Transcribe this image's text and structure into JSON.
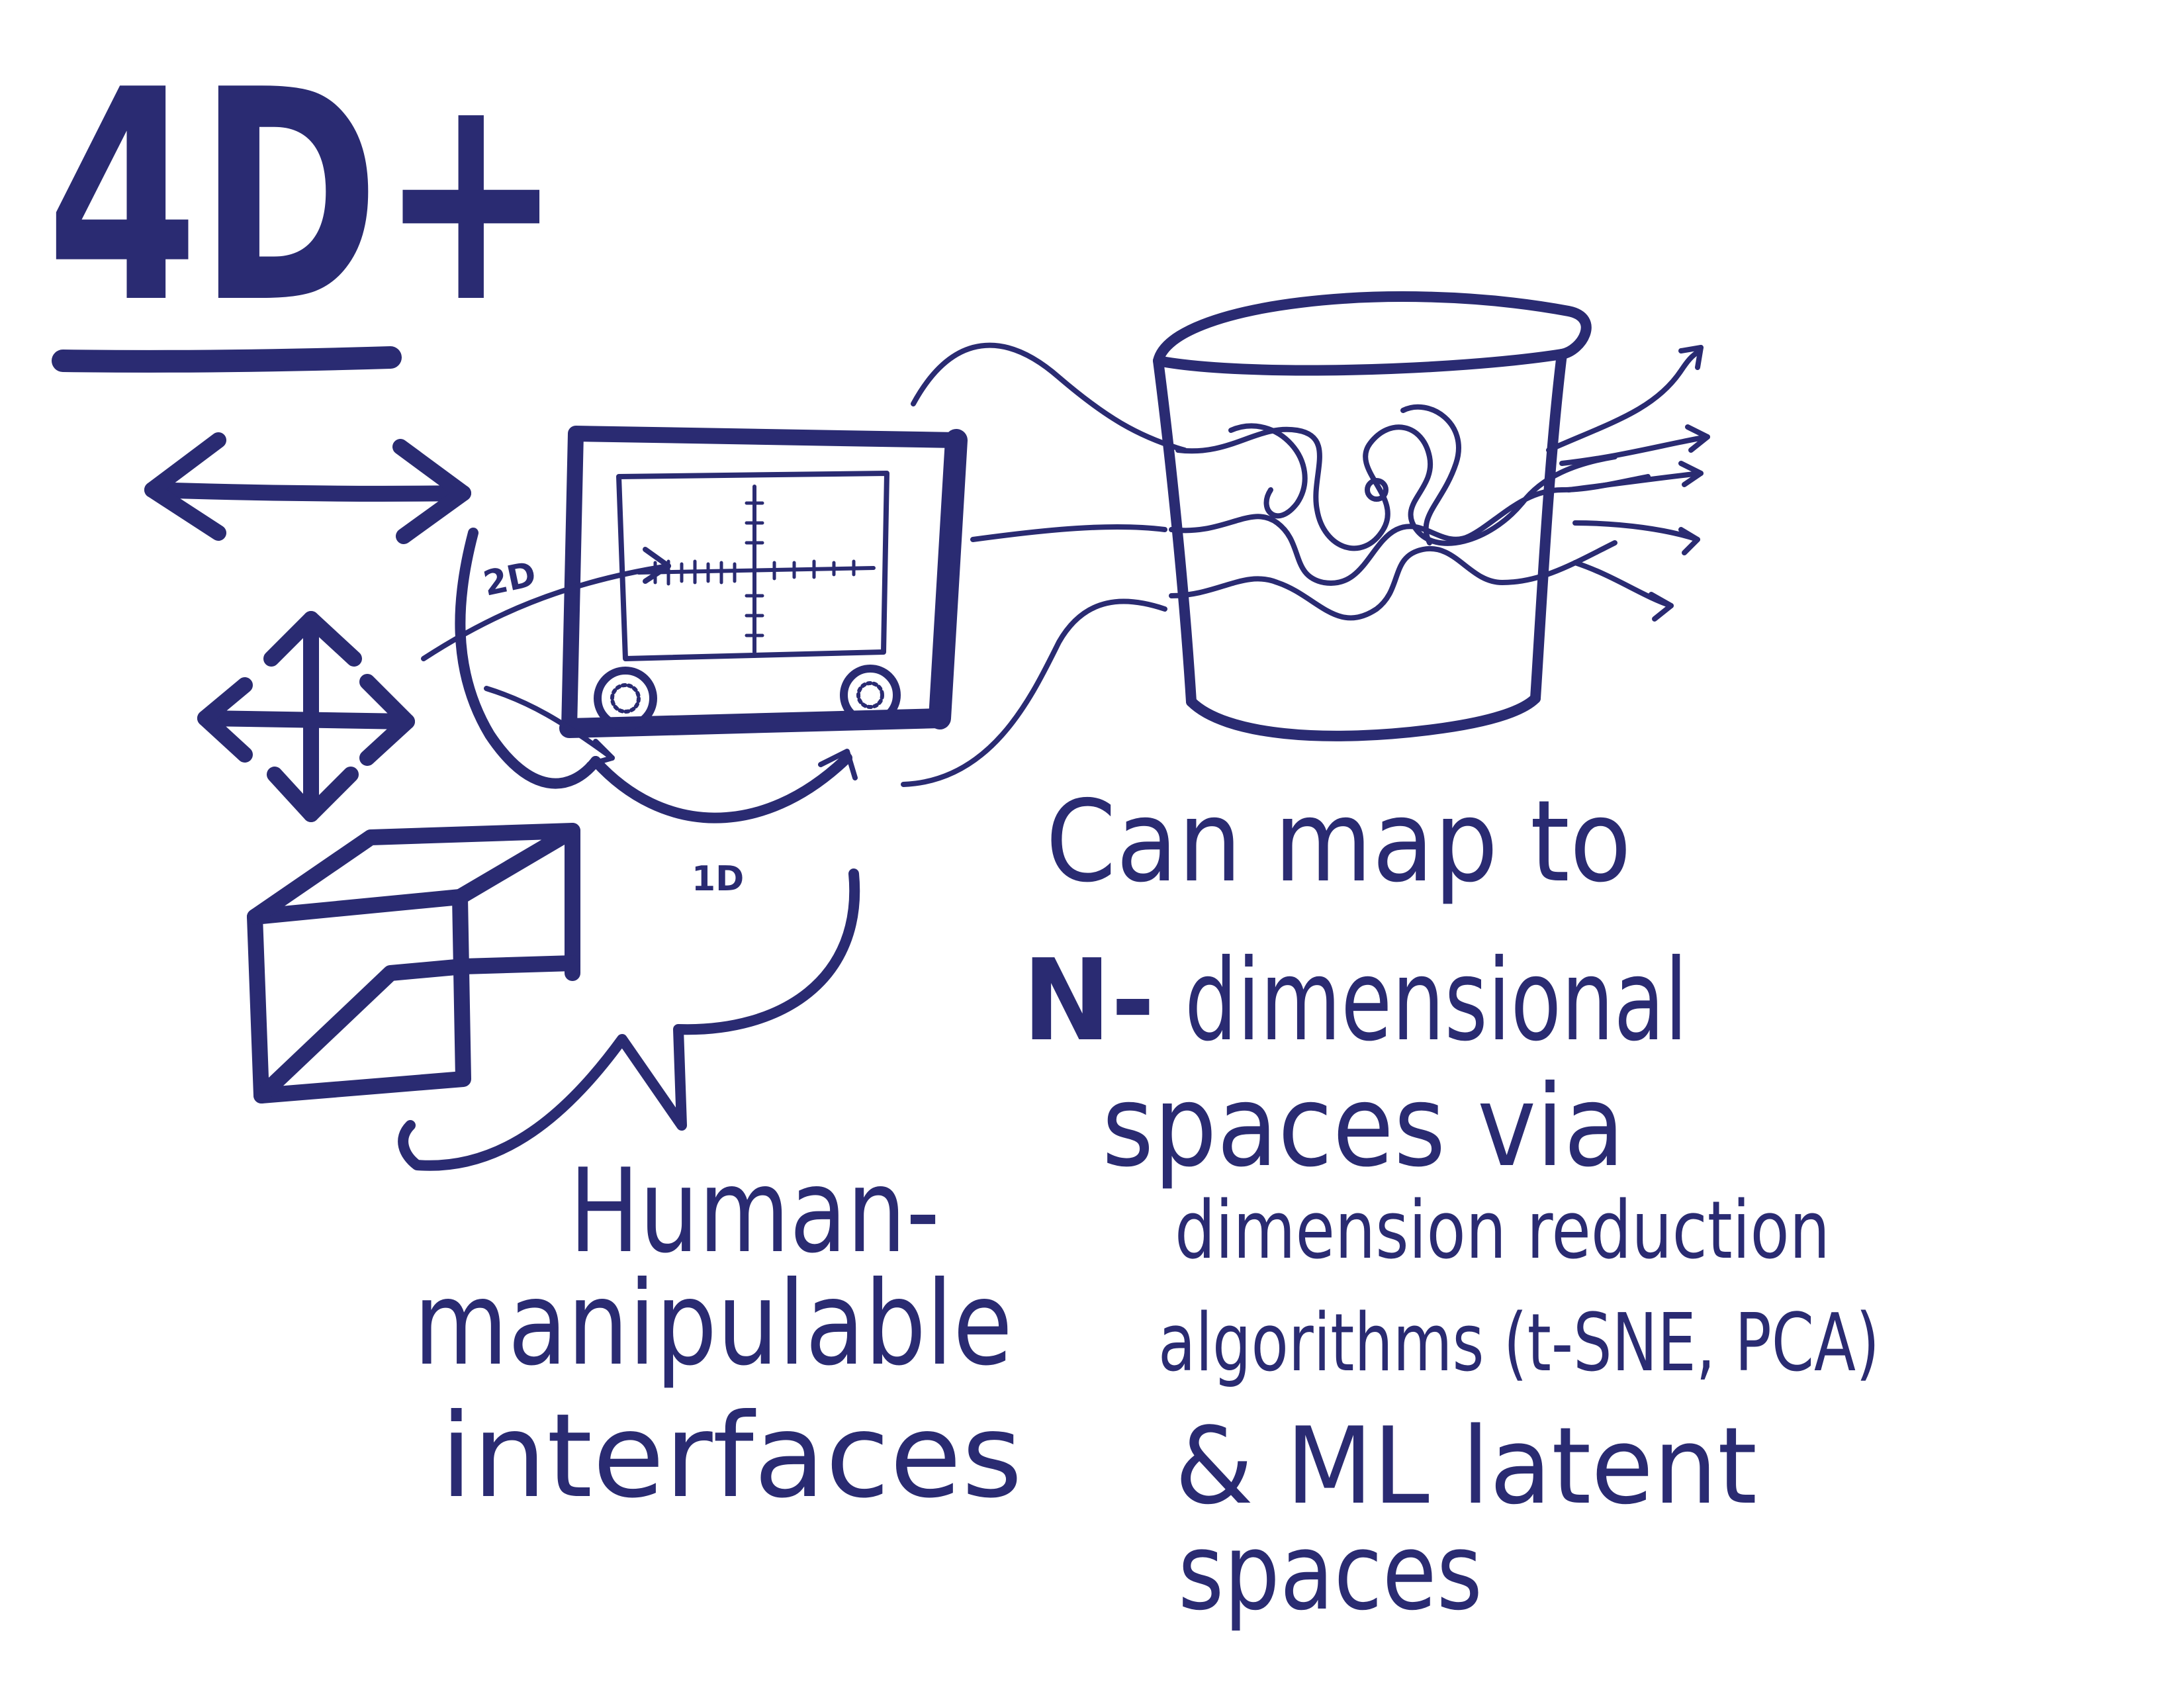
{
  "title": "4D+",
  "scanner": {
    "label_2d": "2D",
    "label_1d": "1D"
  },
  "left_caption": {
    "line1": "Human-",
    "line2": "manipulable",
    "line3": "interfaces"
  },
  "right_caption": {
    "line1": "Can map to",
    "line2a": "N-",
    "line2b": "dimensional",
    "line3": "spaces via",
    "line4": "dimension reduction",
    "line5": "algorithms (t-SNE, PCA)",
    "line6": "& ML latent",
    "line7": "spaces"
  },
  "colors": {
    "ink": "#2a2b72",
    "background": "#ffffff"
  },
  "icons": [
    "double-headed-arrow-icon",
    "four-way-arrow-icon",
    "cube-icon",
    "screen-icon",
    "cylinder-icon",
    "speech-bubble-icon"
  ]
}
